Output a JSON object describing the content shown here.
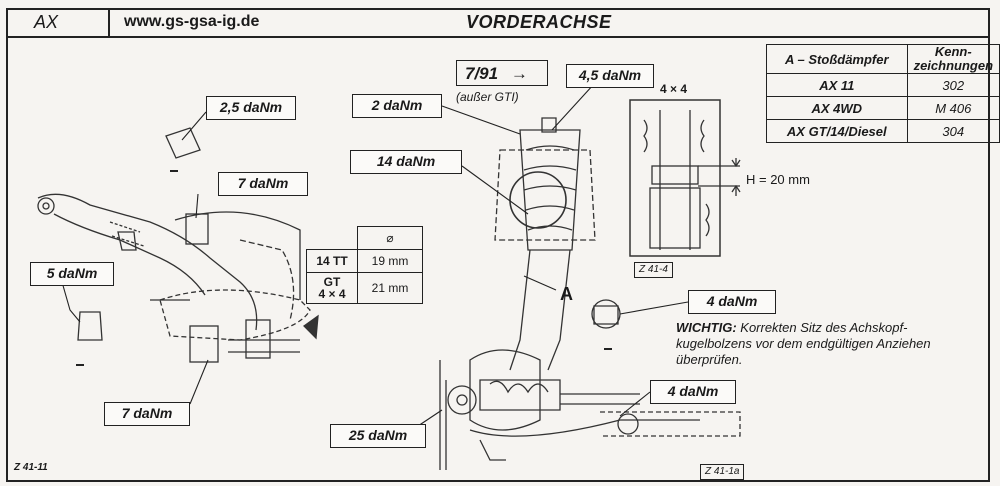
{
  "header": {
    "model": "AX",
    "url": "www.gs-gsa-ig.de",
    "title": "VORDERACHSE"
  },
  "torque_labels": {
    "t_2_5_upper": "2,5 daNm",
    "t_7_upper": "7 daNm",
    "t_5_left": "5 daNm",
    "t_7_lower": "7 daNm",
    "t_2_top": "2 daNm",
    "t_14": "14 daNm",
    "t_4_5": "4,5 daNm",
    "t_4_ball": "4 daNm",
    "t_4_bottom": "4 daNm",
    "t_25": "25 daNm"
  },
  "reference": {
    "date": "7/91",
    "arrow": "→",
    "note": "(außer GTI)"
  },
  "figures": {
    "left": "Z 41-11",
    "detail": "Z 41-4",
    "right": "Z 41-1a"
  },
  "detail": {
    "variant": "4 × 4",
    "h_dimension": "H = 20 mm"
  },
  "part_label_A": "A",
  "shock_table": {
    "col1": "A – Stoßdämpfer",
    "col2": "Kenn-zeichnungen",
    "rows": [
      {
        "model": "AX 11",
        "code": "302"
      },
      {
        "model": "AX 4WD",
        "code": "M 406"
      },
      {
        "model": "AX GT/14/Diesel",
        "code": "304"
      }
    ]
  },
  "diameter_table": {
    "header": "⌀",
    "rows": [
      {
        "key": "14 TT",
        "val": "19 mm"
      },
      {
        "key": "GT\n4 × 4",
        "val": "21 mm"
      }
    ]
  },
  "note": {
    "prefix": "WICHTIG:",
    "text": " Korrekten Sitz des Achskopf-kugelbolzens vor dem endgültigen Anziehen überprüfen."
  }
}
